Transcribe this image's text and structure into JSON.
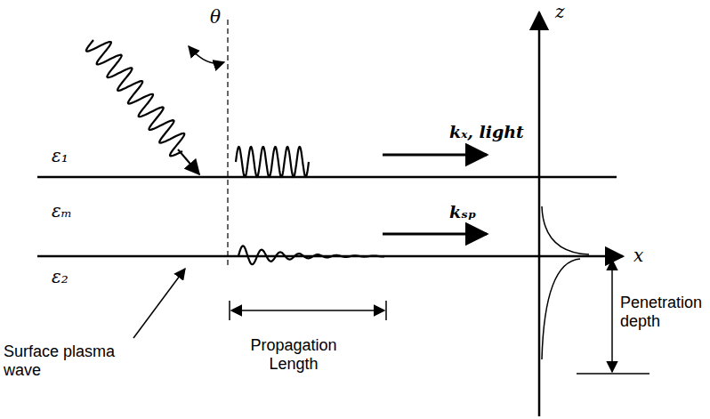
{
  "diagram": {
    "labels": [
      "θ",
      "ε₁",
      "kₓ, light",
      "εₘ",
      "kₛₚ",
      "z",
      "x",
      "ε₂",
      "Penetration depth",
      "Surface plasma wave",
      "Propagation Length"
    ]
  }
}
